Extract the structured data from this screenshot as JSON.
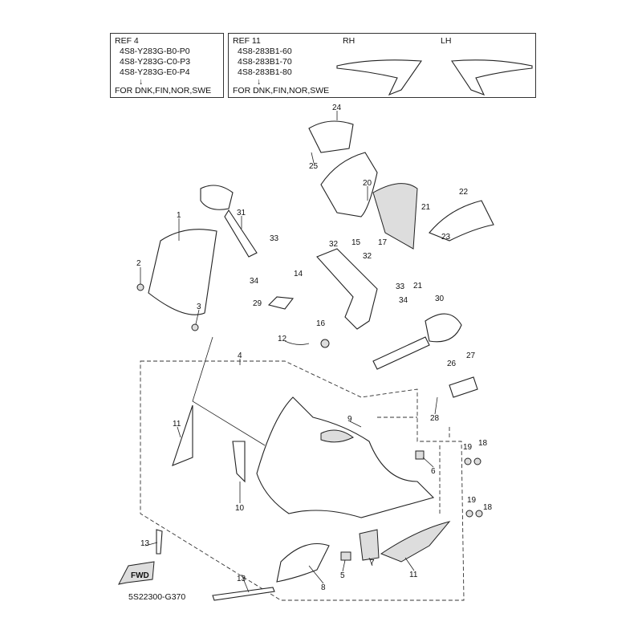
{
  "ref4": {
    "title": "REF 4",
    "parts": [
      "4S8-Y283G-B0-P0",
      "4S8-Y283G-C0-P3",
      "4S8-Y283G-E0-P4"
    ],
    "arrow": "↓",
    "note": "FOR DNK,FIN,NOR,SWE"
  },
  "ref11": {
    "title": "REF 11",
    "parts": [
      "4S8-283B1-60",
      "4S8-283B1-70",
      "4S8-283B1-80"
    ],
    "arrow": "↓",
    "note": "FOR DNK,FIN,NOR,SWE",
    "rh": "RH",
    "lh": "LH"
  },
  "labels": [
    "24",
    "25",
    "20",
    "21",
    "22",
    "23",
    "1",
    "31",
    "33",
    "32",
    "15",
    "17",
    "32",
    "14",
    "34",
    "21",
    "33",
    "34",
    "29",
    "30",
    "2",
    "3",
    "16",
    "12",
    "4",
    "27",
    "26",
    "28",
    "9",
    "11",
    "19",
    "18",
    "6",
    "10",
    "19",
    "18",
    "13",
    "7",
    "5",
    "11",
    "8",
    "13"
  ],
  "fwd": "FWD",
  "diagram_code": "5S22300-G370"
}
